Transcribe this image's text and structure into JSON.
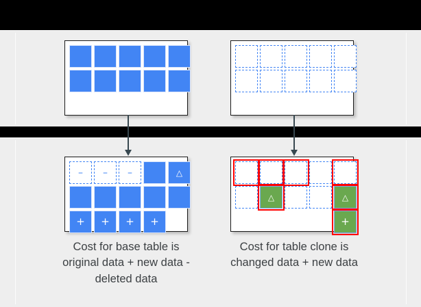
{
  "figure": {
    "title": "BigQuery table clone storage cost diagram",
    "background_color": "#000000",
    "band_color": "#eeeeee"
  },
  "colors": {
    "blue_fill": "#4285f4",
    "blue_dash": "#4285f4",
    "green_fill": "#6aa84f",
    "red_outline": "#ff0000",
    "card_border": "#1a1a1a",
    "text": "#3c4043"
  },
  "glyphs": {
    "minus": "–",
    "plus": "+",
    "delta": "△"
  },
  "panels": [
    {
      "id": "base-table-original",
      "name": "top-left-table",
      "row": "top",
      "column": "left",
      "cells": [
        [
          {
            "style": "filled"
          },
          {
            "style": "filled"
          },
          {
            "style": "filled"
          },
          {
            "style": "filled"
          },
          {
            "style": "filled"
          }
        ],
        [
          {
            "style": "filled"
          },
          {
            "style": "filled"
          },
          {
            "style": "filled"
          },
          {
            "style": "filled"
          },
          {
            "style": "filled"
          }
        ]
      ]
    },
    {
      "id": "table-clone-initial",
      "name": "top-right-table",
      "row": "top",
      "column": "right",
      "cells": [
        [
          {
            "style": "dashed"
          },
          {
            "style": "dashed"
          },
          {
            "style": "dashed"
          },
          {
            "style": "dashed"
          },
          {
            "style": "dashed"
          }
        ],
        [
          {
            "style": "dashed"
          },
          {
            "style": "dashed"
          },
          {
            "style": "dashed"
          },
          {
            "style": "dashed"
          },
          {
            "style": "dashed"
          }
        ]
      ]
    },
    {
      "id": "base-table-after",
      "name": "bottom-left-table",
      "row": "bottom",
      "column": "left",
      "cells": [
        [
          {
            "style": "dashed",
            "glyph": "minus"
          },
          {
            "style": "dashed",
            "glyph": "minus"
          },
          {
            "style": "dashed",
            "glyph": "minus"
          },
          {
            "style": "filled"
          },
          {
            "style": "filled",
            "glyph": "delta"
          }
        ],
        [
          {
            "style": "filled"
          },
          {
            "style": "filled"
          },
          {
            "style": "filled"
          },
          {
            "style": "filled"
          },
          {
            "style": "filled"
          }
        ],
        [
          {
            "style": "filled",
            "glyph": "plus"
          },
          {
            "style": "filled",
            "glyph": "plus"
          },
          {
            "style": "filled",
            "glyph": "plus"
          },
          {
            "style": "filled",
            "glyph": "plus"
          },
          {
            "style": "empty"
          }
        ]
      ]
    },
    {
      "id": "table-clone-after",
      "name": "bottom-right-table",
      "row": "bottom",
      "column": "right",
      "cells": [
        [
          {
            "style": "dashed",
            "marked": true
          },
          {
            "style": "dashed",
            "marked": true
          },
          {
            "style": "dashed",
            "marked": true
          },
          {
            "style": "dashed"
          },
          {
            "style": "dashed",
            "marked": true
          }
        ],
        [
          {
            "style": "dashed"
          },
          {
            "style": "green",
            "glyph": "delta",
            "marked": true
          },
          {
            "style": "dashed"
          },
          {
            "style": "dashed"
          },
          {
            "style": "green",
            "glyph": "delta",
            "marked": true
          }
        ],
        [
          {
            "style": "empty"
          },
          {
            "style": "empty"
          },
          {
            "style": "empty"
          },
          {
            "style": "empty"
          },
          {
            "style": "green",
            "glyph": "plus",
            "marked": true
          }
        ]
      ]
    }
  ],
  "arrows": [
    {
      "id": "arrow-left",
      "name": "arrow-base-table",
      "from": "top-left-table",
      "to": "bottom-left-table"
    },
    {
      "id": "arrow-right",
      "name": "arrow-table-clone",
      "from": "top-right-table",
      "to": "bottom-right-table"
    }
  ],
  "captions": {
    "left": "Cost for base table is original data + new data - deleted data",
    "right": "Cost for table clone is changed data + new data"
  }
}
